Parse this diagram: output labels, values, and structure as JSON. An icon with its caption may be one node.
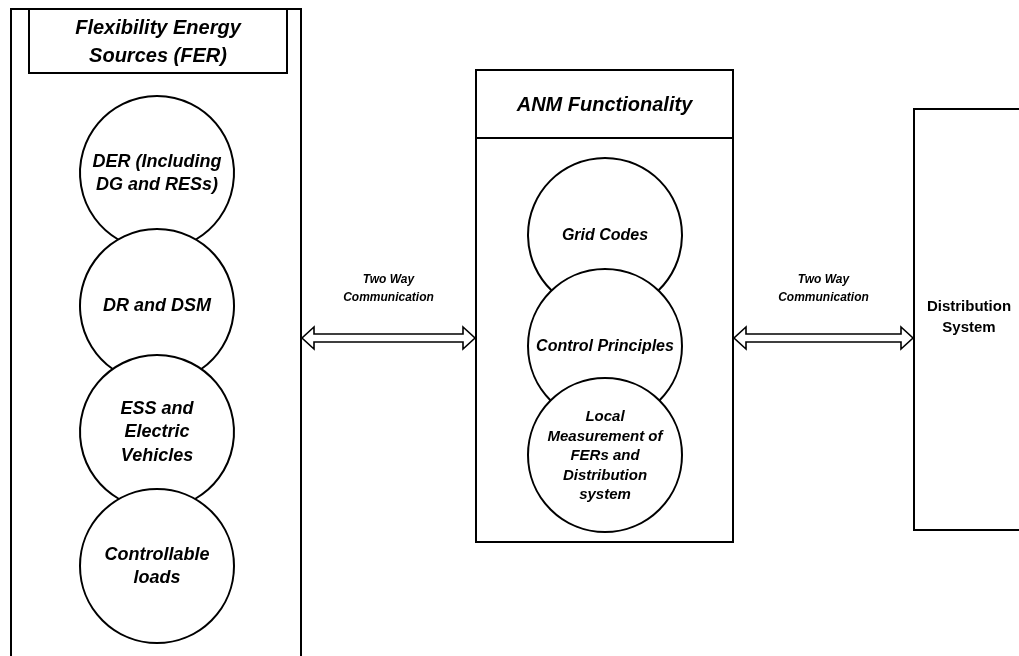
{
  "diagram": {
    "nodes": [
      {
        "text": [
          "Flexibility Energy Sources (FER)"
        ]
      },
      {
        "text": [
          "DER (Including DG and RESs)"
        ],
        "in": 0
      },
      {
        "text": [
          "DR and DSM"
        ],
        "in": 0
      },
      {
        "text": [
          "ESS and Electric Vehicles"
        ],
        "in": 0
      },
      {
        "text": [
          "Controllable loads"
        ],
        "in": 0
      },
      {
        "text": [
          "ANM Functionality"
        ]
      },
      {
        "text": [
          "Grid Codes"
        ],
        "in": 5
      },
      {
        "text": [
          "Control Principles"
        ],
        "in": 5
      },
      {
        "text": [
          "Local Measurement of FERs and Distribution system"
        ],
        "in": 5
      },
      {
        "text": [
          "Distribution System"
        ]
      }
    ],
    "edges": [
      {
        "from": 0,
        "to": 5,
        "arrow": "both",
        "label": "Two Way Communication"
      },
      {
        "from": 5,
        "to": 9,
        "arrow": "both",
        "label": "Two Way Communication"
      }
    ]
  }
}
